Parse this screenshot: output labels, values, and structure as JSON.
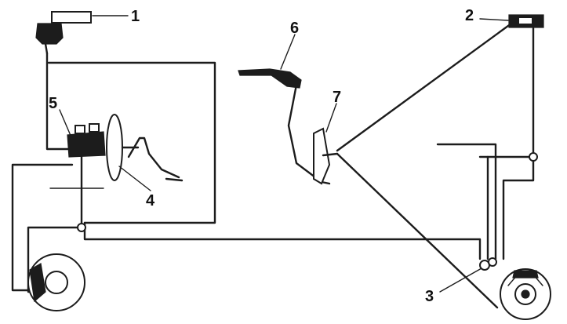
{
  "diagram": {
    "callouts": [
      {
        "id": "1",
        "label": "1"
      },
      {
        "id": "2",
        "label": "2"
      },
      {
        "id": "3",
        "label": "3"
      },
      {
        "id": "4",
        "label": "4"
      },
      {
        "id": "5",
        "label": "5"
      },
      {
        "id": "6",
        "label": "6"
      },
      {
        "id": "7",
        "label": "7"
      }
    ],
    "colors": {
      "ink": "#1c1c1c",
      "background": "#ffffff"
    }
  }
}
